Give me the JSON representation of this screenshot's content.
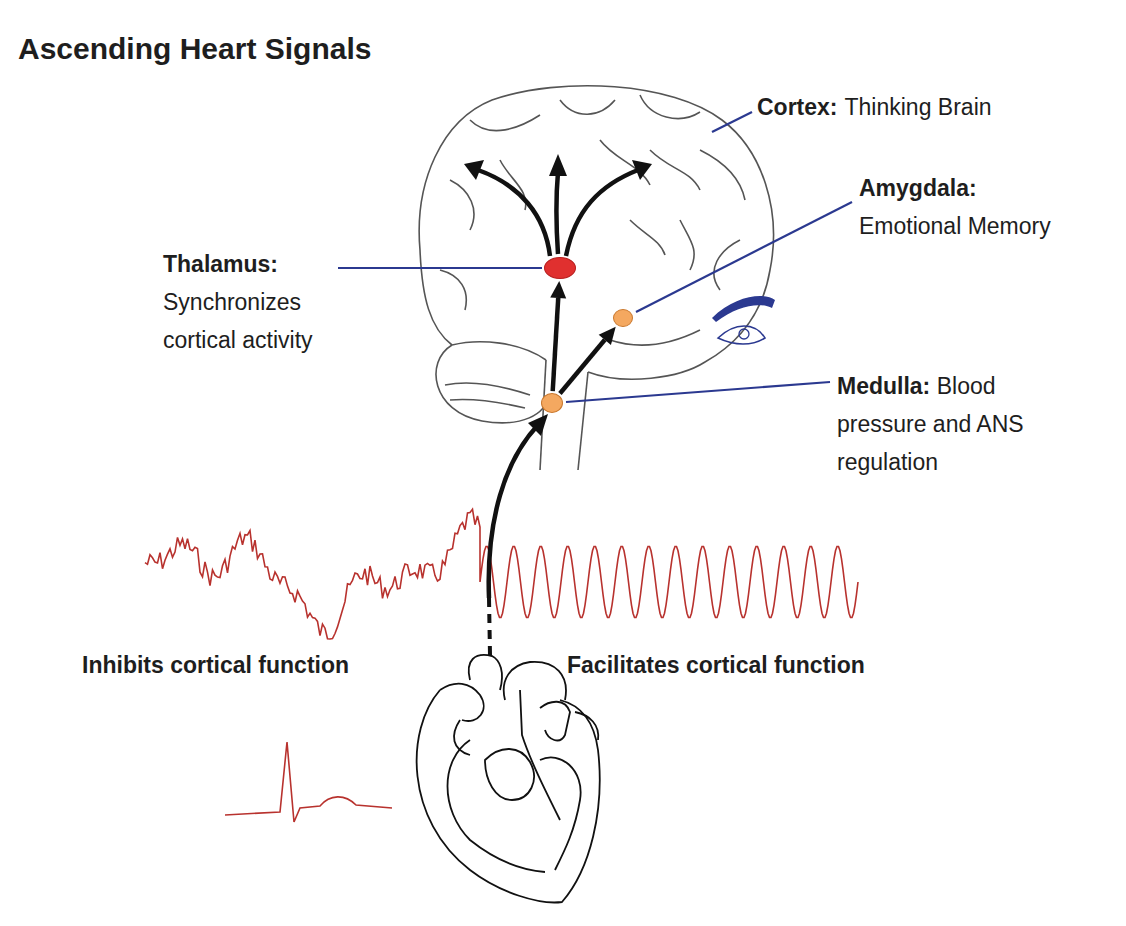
{
  "diagram": {
    "title": "Ascending Heart Signals",
    "nodes": [
      {
        "text": [
          "Thalamus:",
          "Synchronizes cortical activity"
        ]
      },
      {
        "text": [
          "Amygdala:",
          "Emotional Memory"
        ]
      },
      {
        "text": [
          "Medulla:",
          "Blood pressure and ANS regulation"
        ]
      }
    ],
    "edges": [
      {
        "from": 2,
        "to": 0,
        "arrow": "to"
      },
      {
        "from": 2,
        "to": 1,
        "arrow": "to"
      }
    ],
    "labels": [
      "Cortex:",
      "Thinking Brain",
      "Inhibits cortical function",
      "Facilitates cortical function"
    ]
  }
}
